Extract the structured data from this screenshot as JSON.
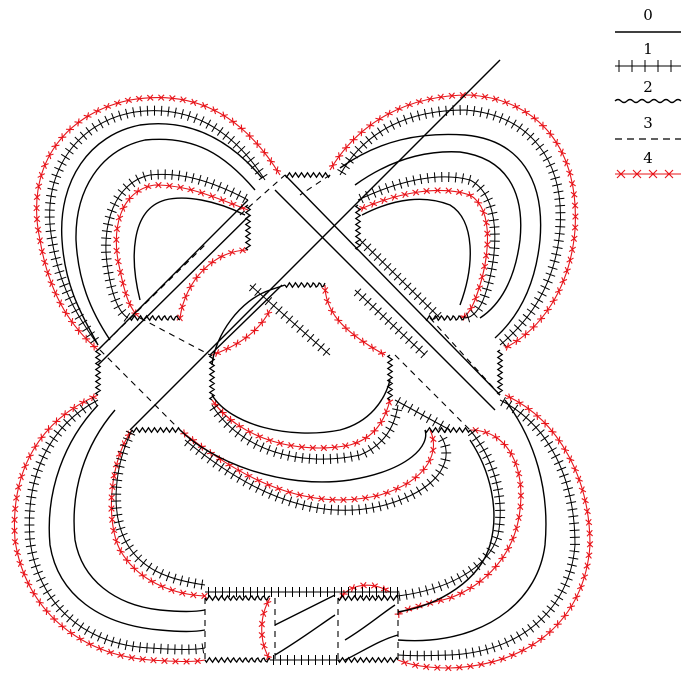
{
  "legend": {
    "items": [
      {
        "label": "0",
        "style": "solid",
        "color": "#000000"
      },
      {
        "label": "1",
        "style": "ticked",
        "color": "#000000"
      },
      {
        "label": "2",
        "style": "wavy",
        "color": "#000000"
      },
      {
        "label": "3",
        "style": "dashed",
        "color": "#000000"
      },
      {
        "label": "4",
        "style": "crossed",
        "color": "#e8141a"
      }
    ]
  },
  "colors": {
    "ink": "#000000",
    "accent": "#e8141a",
    "background": "#ffffff"
  }
}
